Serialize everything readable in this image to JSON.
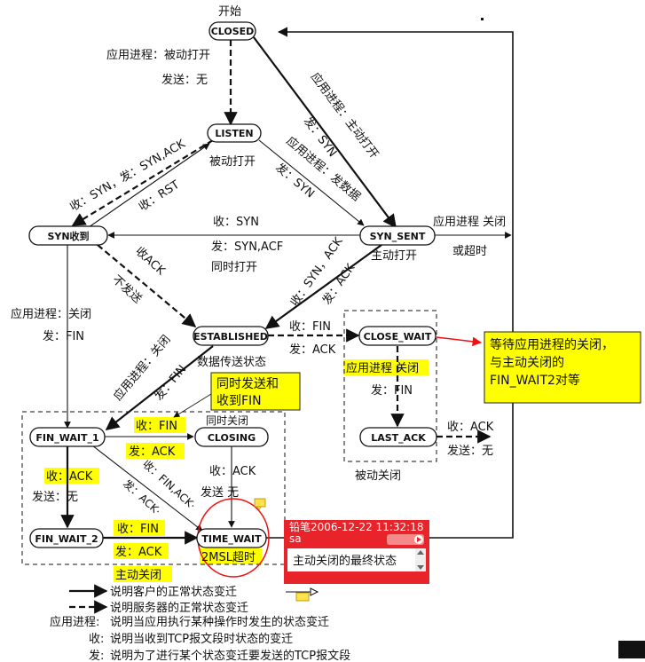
{
  "start_label": "开始",
  "states": {
    "closed": "CLOSED",
    "listen": "LISTEN",
    "syn_rcvd": "SYN收到",
    "syn_sent": "SYN_SENT",
    "established": "ESTABLISHED",
    "close_wait": "CLOSE_WAIT",
    "fin_wait_1": "FIN_WAIT_1",
    "closing": "CLOSING",
    "last_ack": "LAST_ACK",
    "fin_wait_2": "FIN_WAIT_2",
    "time_wait": "TIME_WAIT"
  },
  "labels": {
    "passive_open_a": "应用进程：被动打开",
    "passive_open_b": "发送：无",
    "listen_caption": "被动打开",
    "listen_syn_rcv": "收：SYN，发：SYN,ACK",
    "rst": "收：RST",
    "active_open_a": "应用进程：主动打开",
    "active_open_b": "发：SYN",
    "send_data_a": "应用进程：发数据",
    "send_data_b": "发：SYN",
    "sim_syn_a": "收：SYN",
    "sim_syn_b": "发：SYN,ACF",
    "sim_syn_c": "同时打开",
    "syn_sent_caption": "主动打开",
    "app_close_timeout_a": "应用进程 关闭",
    "app_close_timeout_b": "或超时",
    "rcv_ack": "收ACK",
    "no_send": "不发送",
    "rcv_syn_ack": "收：SYN，ACK",
    "send_ack": "发：ACK",
    "rcv_fin": "收：FIN",
    "send_ack_2": "发：ACK",
    "app_close_left_a": "应用进程：关闭",
    "app_close_left_b": "发：FIN",
    "app_close_mid": "应用进程：关闭",
    "send_fin_mid": "发：FIN",
    "data_transfer": "数据传送状态",
    "close_wait_app": "应用进程 关闭",
    "close_wait_fin": "发：FIN",
    "last_ack_rcv": "收：ACK",
    "last_ack_send": "发送：无",
    "passive_close": "被动关闭",
    "sim_close": "同时关闭",
    "fw1_rcv_fin": "收：FIN",
    "fw1_send_ack": "发：ACK",
    "fw1_rcv_ack": "收：ACK",
    "fw1_send_none": "发送：无",
    "diag_rcv": "收：FIN,ACK·",
    "diag_send": "发：ACK·",
    "closing_rcv": "收：ACK",
    "closing_send": "发送 无",
    "fw2_rcv_fin": "收：FIN",
    "fw2_send_ack": "发：ACK",
    "active_close": "主动关闭",
    "msl": "2MSL超时"
  },
  "callouts": {
    "sim_send_a": "同时发送和",
    "sim_send_b": "收到FIN",
    "close_wait_a": "等待应用进程的关闭，",
    "close_wait_b": "与主动关闭的",
    "close_wait_c": "FIN_WAIT2对等"
  },
  "note": {
    "header": "铅笔2006-12-22 11:32:18",
    "user": "sa",
    "button": "",
    "body": "主动关闭的最终状态"
  },
  "legend": {
    "solid": "说明客户的正常状态变迁",
    "dashed": "说明服务器的正常状态变迁",
    "app_key": "应用进程:",
    "app_desc": "说明当应用执行某种操作时发生的状态变迁",
    "rcv_key": "收:",
    "rcv_desc": "说明当收到TCP报文段时状态的变迁",
    "send_key": "发:",
    "send_desc": "说明为了进行某个状态变迁要发送的TCP报文段"
  },
  "colors": {
    "highlight": "#ffff00",
    "callout_border": "#222222",
    "arrow_red": "#ee1111",
    "note_bg": "#e8232a",
    "line": "#111111"
  }
}
